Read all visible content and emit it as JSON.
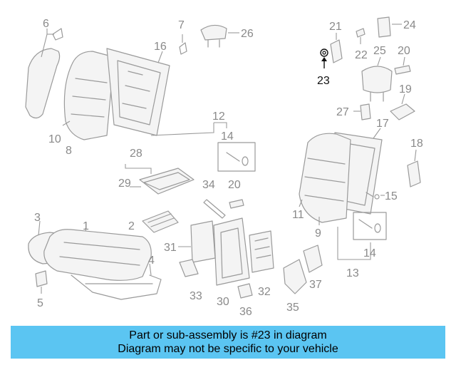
{
  "diagram": {
    "callouts": [
      {
        "id": "c1",
        "text": "1"
      },
      {
        "id": "c2",
        "text": "2"
      },
      {
        "id": "c3",
        "text": "3"
      },
      {
        "id": "c4",
        "text": "4"
      },
      {
        "id": "c5",
        "text": "5"
      },
      {
        "id": "c6",
        "text": "6"
      },
      {
        "id": "c7",
        "text": "7"
      },
      {
        "id": "c8",
        "text": "8"
      },
      {
        "id": "c9",
        "text": "9"
      },
      {
        "id": "c10",
        "text": "10"
      },
      {
        "id": "c11",
        "text": "11"
      },
      {
        "id": "c12",
        "text": "12"
      },
      {
        "id": "c13",
        "text": "13"
      },
      {
        "id": "c14a",
        "text": "14"
      },
      {
        "id": "c14b",
        "text": "14"
      },
      {
        "id": "c15",
        "text": "15"
      },
      {
        "id": "c16",
        "text": "16"
      },
      {
        "id": "c17",
        "text": "17"
      },
      {
        "id": "c18",
        "text": "18"
      },
      {
        "id": "c19",
        "text": "19"
      },
      {
        "id": "c20a",
        "text": "20"
      },
      {
        "id": "c20b",
        "text": "20"
      },
      {
        "id": "c21",
        "text": "21"
      },
      {
        "id": "c22",
        "text": "22"
      },
      {
        "id": "c23",
        "text": "23"
      },
      {
        "id": "c24",
        "text": "24"
      },
      {
        "id": "c25",
        "text": "25"
      },
      {
        "id": "c26",
        "text": "26"
      },
      {
        "id": "c27",
        "text": "27"
      },
      {
        "id": "c28",
        "text": "28"
      },
      {
        "id": "c29",
        "text": "29"
      },
      {
        "id": "c30",
        "text": "30"
      },
      {
        "id": "c31",
        "text": "31"
      },
      {
        "id": "c32",
        "text": "32"
      },
      {
        "id": "c33",
        "text": "33"
      },
      {
        "id": "c34",
        "text": "34"
      },
      {
        "id": "c35",
        "text": "35"
      },
      {
        "id": "c36",
        "text": "36"
      },
      {
        "id": "c37",
        "text": "37"
      }
    ],
    "highlighted_part": "23",
    "colors": {
      "line": "#9a9a9a",
      "highlight": "#111111",
      "banner": "#5bc5f2"
    }
  },
  "caption": {
    "line1": "Part or sub-assembly is #23 in diagram",
    "line2": "Diagram may not be specific to your vehicle"
  }
}
